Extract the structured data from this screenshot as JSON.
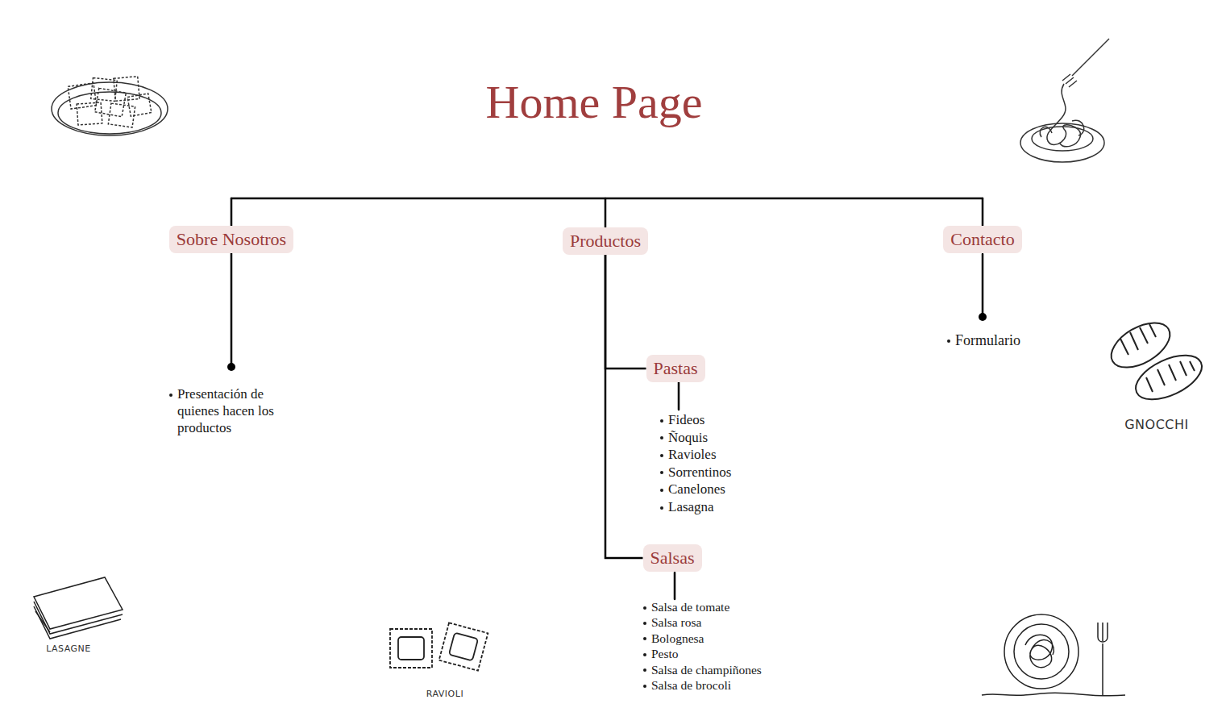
{
  "diagram": {
    "title": "Home Page",
    "nodes": [
      {
        "text": [
          "Sobre Nosotros"
        ]
      },
      {
        "text": [
          "Productos"
        ]
      },
      {
        "text": [
          "Contacto"
        ]
      },
      {
        "text": [
          "Pastas"
        ]
      },
      {
        "text": [
          "Salsas"
        ]
      }
    ],
    "edges": [
      {
        "from": 1,
        "to": 3,
        "arrow": "none"
      },
      {
        "from": 1,
        "to": 4,
        "arrow": "none"
      }
    ],
    "labels": [
      "Presentación de quienes hacen los productos",
      "Formulario",
      "Fideos",
      "Ñoquis",
      "Ravioles",
      "Sorrentinos",
      "Canelones",
      "Lasagna",
      "Salsa de tomate",
      "Salsa rosa",
      "Bolognesa",
      "Pesto",
      "Salsa de champiñones",
      "Salsa de brocoli",
      "GNOCCHI",
      "LASAGNE",
      "RAVIOLI"
    ]
  }
}
